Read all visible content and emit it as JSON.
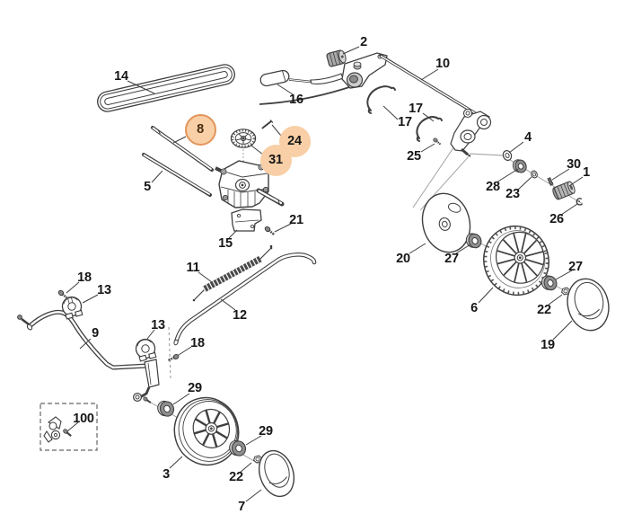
{
  "diagram": {
    "type": "exploded-parts-diagram",
    "description": "Lawn mower drive / wheel assembly exploded parts diagram",
    "colors": {
      "background": "#ffffff",
      "line": "#3f3f3f",
      "label": "#161616",
      "highlight_fill": "#f8cfa6",
      "highlight_ring": "#e2955a"
    },
    "highlighted_parts": [
      "8",
      "24",
      "31"
    ],
    "labels": [
      {
        "num": "14",
        "highlighted": false
      },
      {
        "num": "2",
        "highlighted": false
      },
      {
        "num": "10",
        "highlighted": false
      },
      {
        "num": "16",
        "highlighted": false
      },
      {
        "num": "17",
        "highlighted": false
      },
      {
        "num": "17",
        "highlighted": false
      },
      {
        "num": "25",
        "highlighted": false
      },
      {
        "num": "4",
        "highlighted": false
      },
      {
        "num": "28",
        "highlighted": false
      },
      {
        "num": "23",
        "highlighted": false
      },
      {
        "num": "30",
        "highlighted": false
      },
      {
        "num": "1",
        "highlighted": false
      },
      {
        "num": "26",
        "highlighted": false
      },
      {
        "num": "20",
        "highlighted": false
      },
      {
        "num": "27",
        "highlighted": false
      },
      {
        "num": "6",
        "highlighted": false
      },
      {
        "num": "27",
        "highlighted": false
      },
      {
        "num": "22",
        "highlighted": false
      },
      {
        "num": "19",
        "highlighted": false
      },
      {
        "num": "8",
        "highlighted": true
      },
      {
        "num": "24",
        "highlighted": true
      },
      {
        "num": "31",
        "highlighted": true
      },
      {
        "num": "5",
        "highlighted": false
      },
      {
        "num": "15",
        "highlighted": false
      },
      {
        "num": "21",
        "highlighted": false
      },
      {
        "num": "18",
        "highlighted": false
      },
      {
        "num": "13",
        "highlighted": false
      },
      {
        "num": "9",
        "highlighted": false
      },
      {
        "num": "13",
        "highlighted": false
      },
      {
        "num": "18",
        "highlighted": false
      },
      {
        "num": "11",
        "highlighted": false
      },
      {
        "num": "12",
        "highlighted": false
      },
      {
        "num": "29",
        "highlighted": false
      },
      {
        "num": "100",
        "highlighted": false
      },
      {
        "num": "3",
        "highlighted": false
      },
      {
        "num": "29",
        "highlighted": false
      },
      {
        "num": "22",
        "highlighted": false
      },
      {
        "num": "7",
        "highlighted": false
      }
    ]
  }
}
